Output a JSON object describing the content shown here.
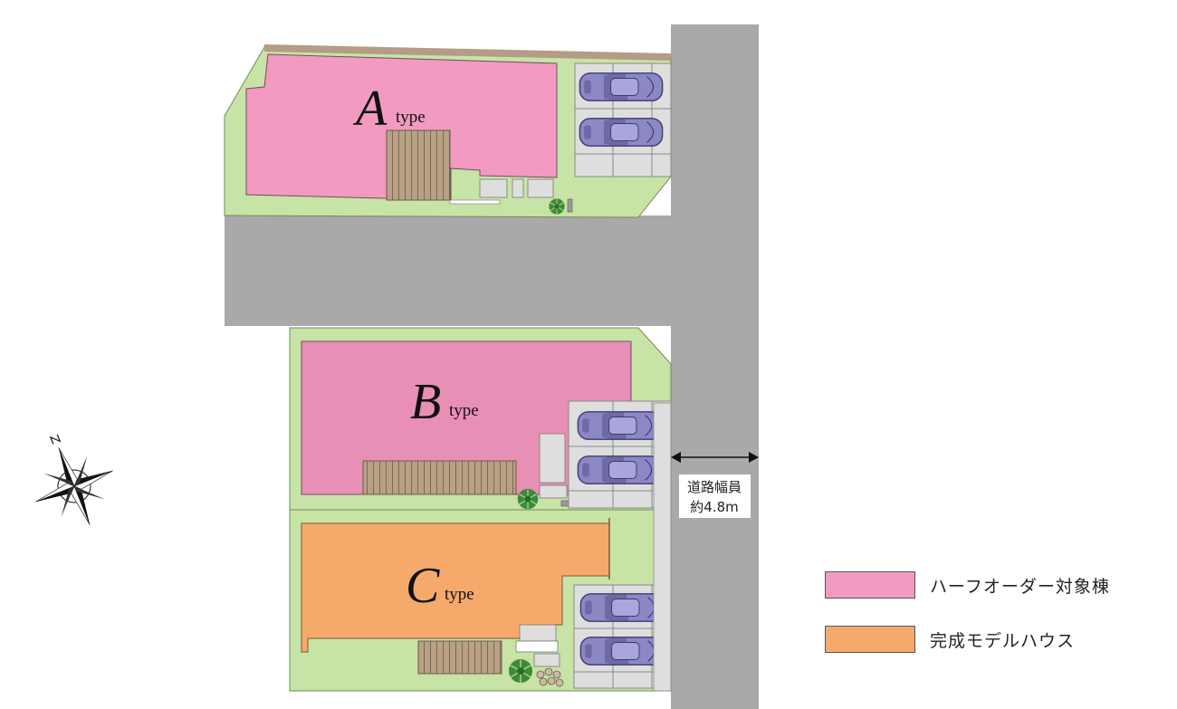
{
  "lots": [
    {
      "id": "A",
      "letter": "A",
      "suffix": "type",
      "category": "half_order"
    },
    {
      "id": "B",
      "letter": "B",
      "suffix": "type",
      "category": "half_order"
    },
    {
      "id": "C",
      "letter": "C",
      "suffix": "type",
      "category": "model_house"
    }
  ],
  "road": {
    "width_label_line1": "道路幅員",
    "width_label_line2": "約4.8m"
  },
  "legend": {
    "items": [
      {
        "label": "ハーフオーダー対象棟",
        "color": "#f29ac0"
      },
      {
        "label": "完成モデルハウス",
        "color": "#f5aa6c"
      }
    ]
  },
  "colors": {
    "road": "#a9a9a9",
    "lawn": "#c8e3a6",
    "parking": "#dedede",
    "deck": "#b8a184",
    "car": "#8c88c6"
  },
  "icons": {
    "compass": "compass-rose-icon",
    "tree": "tree-icon",
    "car": "car-icon"
  }
}
